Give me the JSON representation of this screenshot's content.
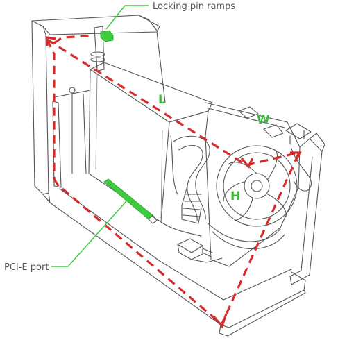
{
  "labels": {
    "locking_pin_ramps": "Locking pin ramps",
    "pci_e_port": "PCI-E port",
    "dimension_length": "L",
    "dimension_width": "W",
    "dimension_height": "H"
  },
  "colors": {
    "highlight": "#3dcc3d",
    "callout_text": "#555555",
    "dimension_text": "#3dba3d",
    "dimension_lines": "#d62b2b",
    "line_art": "#555555"
  }
}
